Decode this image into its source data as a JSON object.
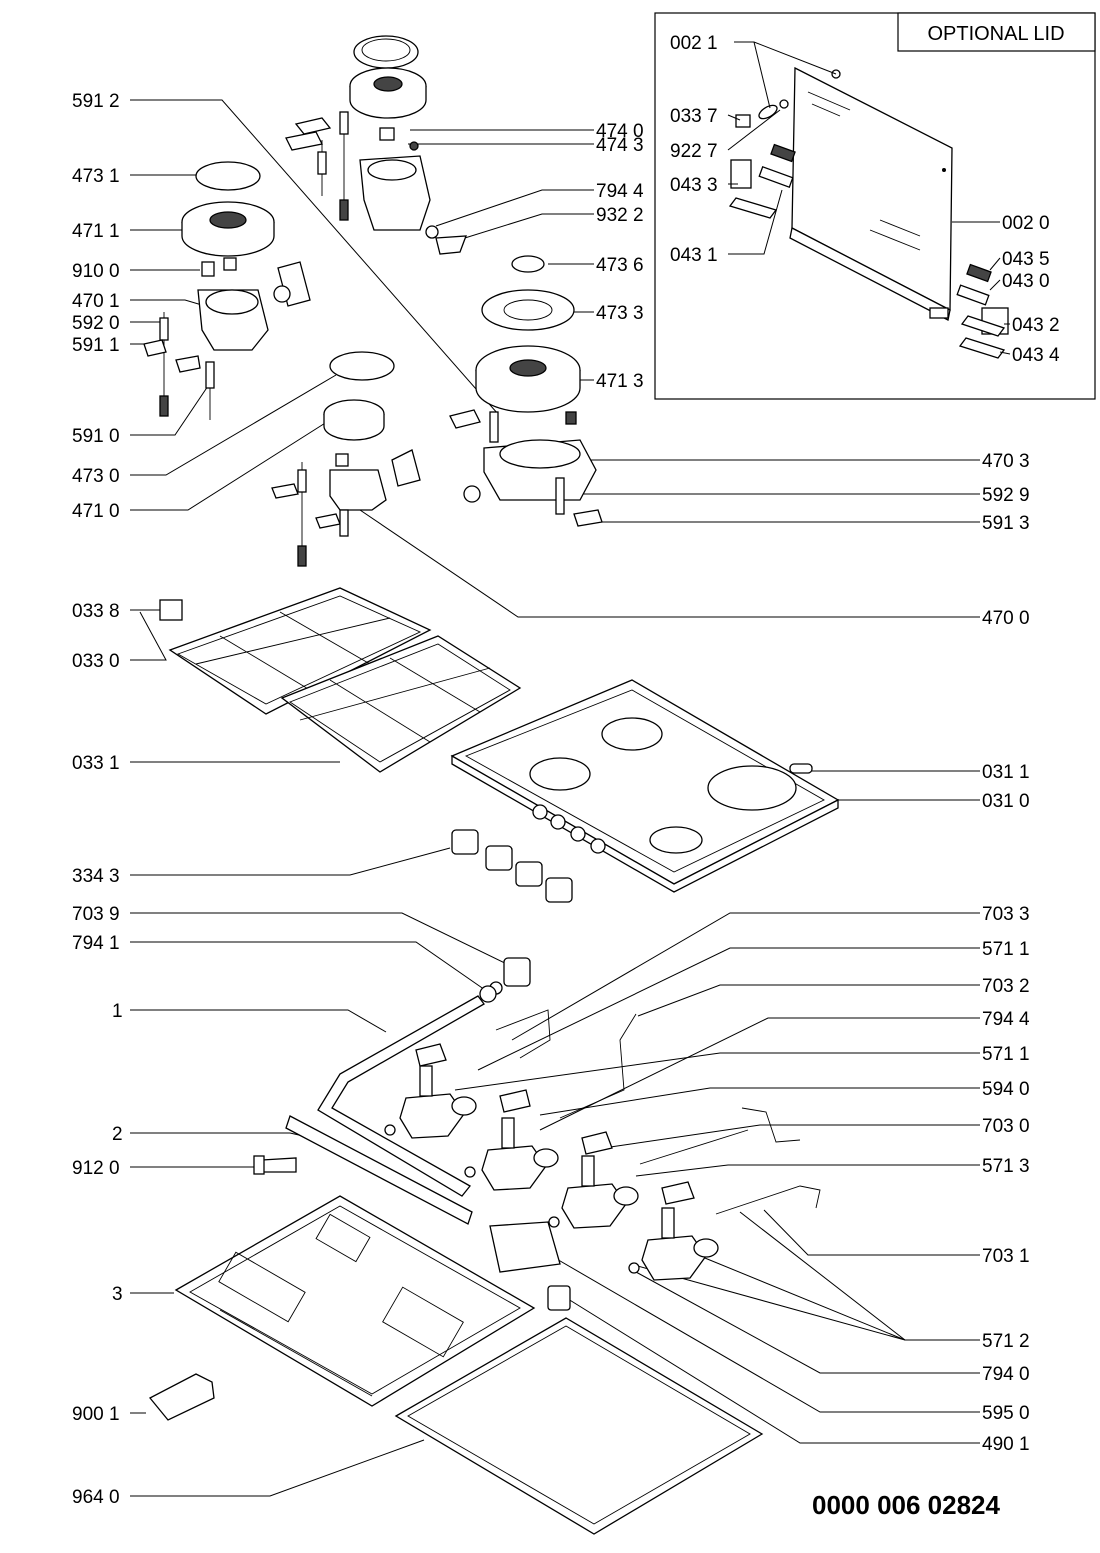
{
  "lid_box": {
    "title": "OPTIONAL LID"
  },
  "document_number": "0000 006 02824",
  "labels": [
    {
      "id": "591-2a",
      "text": "591 2"
    },
    {
      "id": "473-1",
      "text": "473 1"
    },
    {
      "id": "471-1",
      "text": "471 1"
    },
    {
      "id": "910-0",
      "text": "910 0"
    },
    {
      "id": "470-1",
      "text": "470 1"
    },
    {
      "id": "592-0",
      "text": "592 0"
    },
    {
      "id": "591-1",
      "text": "591 1"
    },
    {
      "id": "591-0",
      "text": "591 0"
    },
    {
      "id": "473-0",
      "text": "473 0"
    },
    {
      "id": "471-0",
      "text": "471 0"
    },
    {
      "id": "033-8",
      "text": "033 8"
    },
    {
      "id": "033-0",
      "text": "033 0"
    },
    {
      "id": "033-1",
      "text": "033 1"
    },
    {
      "id": "334-3",
      "text": "334 3"
    },
    {
      "id": "703-9",
      "text": "703 9"
    },
    {
      "id": "794-1",
      "text": "794 1"
    },
    {
      "id": "item-1",
      "text": "1"
    },
    {
      "id": "item-2",
      "text": "2"
    },
    {
      "id": "912-0",
      "text": "912 0"
    },
    {
      "id": "item-3",
      "text": "3"
    },
    {
      "id": "900-1",
      "text": "900 1"
    },
    {
      "id": "964-0",
      "text": "964 0"
    },
    {
      "id": "474-0",
      "text": "474 0"
    },
    {
      "id": "474-3",
      "text": "474 3"
    },
    {
      "id": "794-4a",
      "text": "794 4"
    },
    {
      "id": "932-2",
      "text": "932 2"
    },
    {
      "id": "473-6",
      "text": "473 6"
    },
    {
      "id": "473-3",
      "text": "473 3"
    },
    {
      "id": "471-3",
      "text": "471 3"
    },
    {
      "id": "470-3",
      "text": "470 3"
    },
    {
      "id": "592-9",
      "text": "592 9"
    },
    {
      "id": "591-3",
      "text": "591 3"
    },
    {
      "id": "470-0",
      "text": "470 0"
    },
    {
      "id": "031-1",
      "text": "031 1"
    },
    {
      "id": "031-0",
      "text": "031 0"
    },
    {
      "id": "703-3",
      "text": "703 3"
    },
    {
      "id": "571-1a",
      "text": "571 1"
    },
    {
      "id": "703-2",
      "text": "703 2"
    },
    {
      "id": "794-4b",
      "text": "794 4"
    },
    {
      "id": "571-1b",
      "text": "571 1"
    },
    {
      "id": "594-0",
      "text": "594 0"
    },
    {
      "id": "703-0",
      "text": "703 0"
    },
    {
      "id": "571-3",
      "text": "571 3"
    },
    {
      "id": "703-1",
      "text": "703 1"
    },
    {
      "id": "571-2",
      "text": "571 2"
    },
    {
      "id": "794-0",
      "text": "794 0"
    },
    {
      "id": "595-0",
      "text": "595 0"
    },
    {
      "id": "490-1",
      "text": "490 1"
    },
    {
      "id": "002-1",
      "text": "002 1"
    },
    {
      "id": "033-7",
      "text": "033 7"
    },
    {
      "id": "922-7",
      "text": "922 7"
    },
    {
      "id": "043-3",
      "text": "043 3"
    },
    {
      "id": "043-1",
      "text": "043 1"
    },
    {
      "id": "002-0",
      "text": "002 0"
    },
    {
      "id": "043-5",
      "text": "043 5"
    },
    {
      "id": "043-0",
      "text": "043 0"
    },
    {
      "id": "043-2",
      "text": "043 2"
    },
    {
      "id": "043-4",
      "text": "043 4"
    }
  ]
}
